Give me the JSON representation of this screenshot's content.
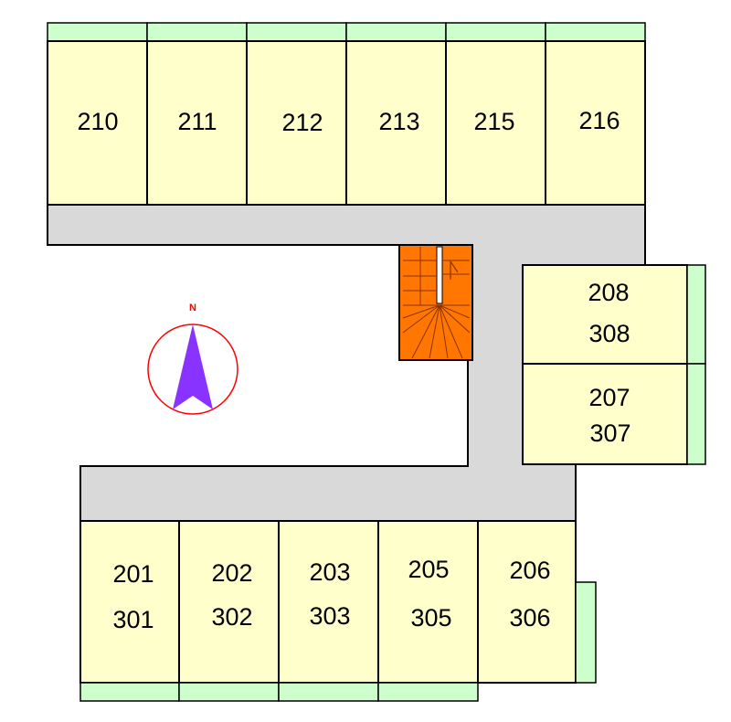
{
  "colors": {
    "unit_fill": "#ffffcc",
    "balcony_fill": "#ccffcc",
    "corridor_fill": "#d9d9d9",
    "stair_fill": "#ff7700",
    "compass_ring": "#ff0000",
    "compass_arrow": "#8833ff",
    "outline": "#000000"
  },
  "compass": {
    "label": "N"
  },
  "units": {
    "u210": {
      "label": "210"
    },
    "u211": {
      "label": "211"
    },
    "u212": {
      "label": "212"
    },
    "u213": {
      "label": "213"
    },
    "u215": {
      "label": "215"
    },
    "u216": {
      "label": "216"
    },
    "u208": {
      "line1": "208",
      "line2": "308"
    },
    "u207": {
      "line1": "207",
      "line2": "307"
    },
    "u201": {
      "line1": "201",
      "line2": "301"
    },
    "u202": {
      "line1": "202",
      "line2": "302"
    },
    "u203": {
      "line1": "203",
      "line2": "303"
    },
    "u205": {
      "line1": "205",
      "line2": "305"
    },
    "u206": {
      "line1": "206",
      "line2": "306"
    }
  }
}
